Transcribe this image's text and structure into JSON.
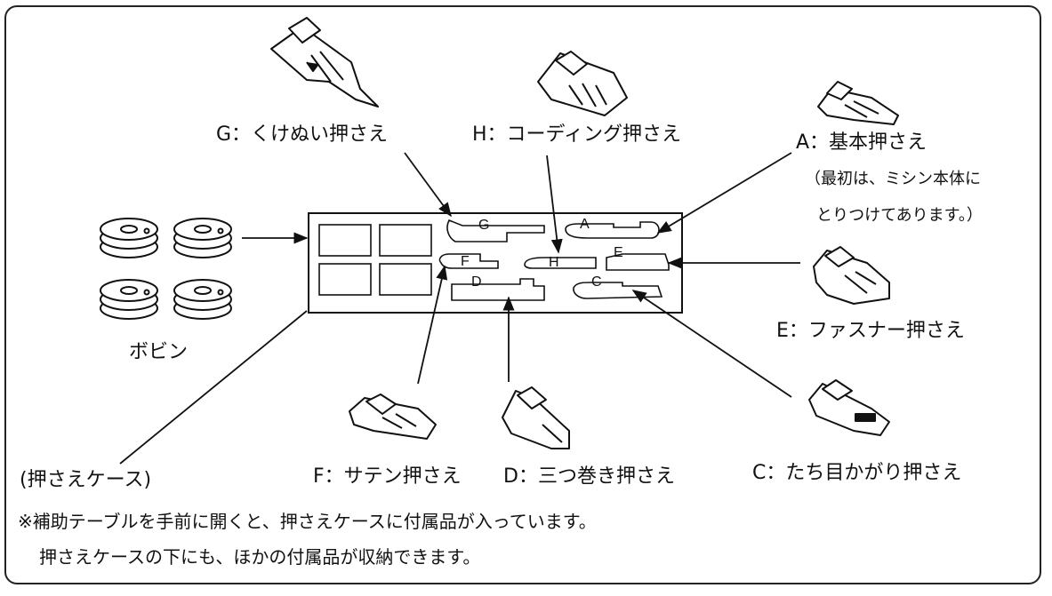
{
  "labels": {
    "g": "G：くけぬい押さえ",
    "h": "H：コーディング押さえ",
    "a": "A：基本押さえ",
    "a_note1": "（最初は、ミシン本体に",
    "a_note2": "とりつけてあります。）",
    "e": "E：ファスナー押さえ",
    "c": "C：たち目かがり押さえ",
    "d": "D：三つ巻き押さえ",
    "f": "F：サテン押さえ",
    "case": "(押さえケース)",
    "bobbin": "ボビン"
  },
  "slot_letters": {
    "g": "G",
    "a": "A",
    "f": "F",
    "h": "H",
    "e": "E",
    "d": "D",
    "c": "C"
  },
  "notes": {
    "line1": "※補助テーブルを手前に開くと、押さえケースに付属品が入っています。",
    "line2": "押さえケースの下にも、ほかの付属品が収納できます。"
  }
}
